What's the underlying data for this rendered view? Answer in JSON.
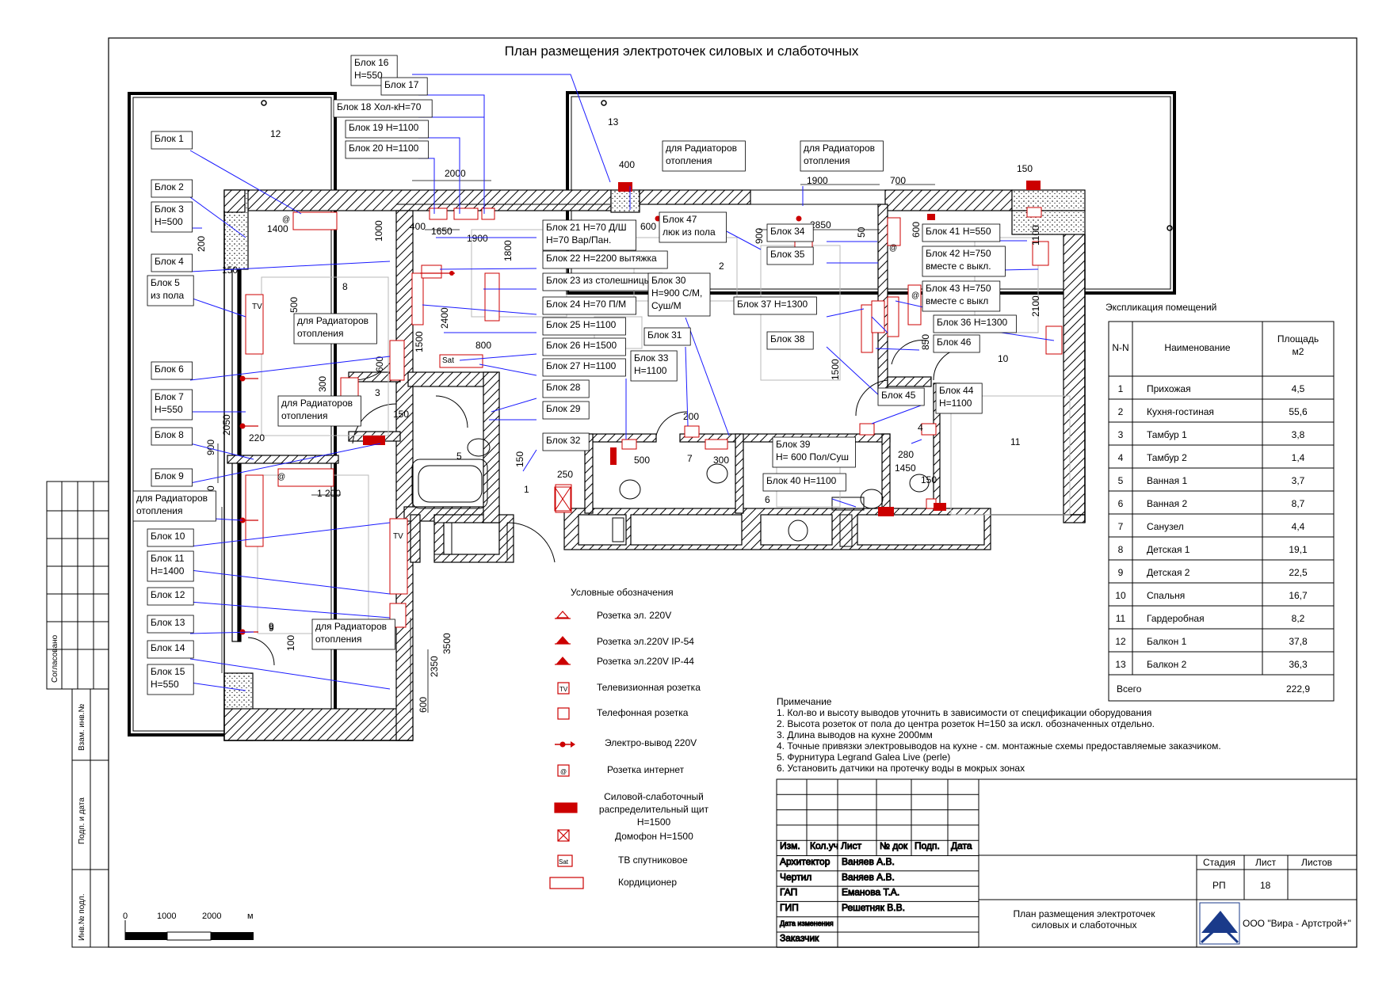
{
  "title": "План размещения электроточек силовых и слаботочных",
  "rooms": [
    {
      "n": "1"
    },
    {
      "n": "2"
    },
    {
      "n": "3"
    },
    {
      "n": "4"
    },
    {
      "n": "5"
    },
    {
      "n": "6"
    },
    {
      "n": "7"
    },
    {
      "n": "8"
    },
    {
      "n": "9"
    },
    {
      "n": "10"
    },
    {
      "n": "11"
    },
    {
      "n": "12"
    },
    {
      "n": "13"
    }
  ],
  "callouts": [
    "Блок 16 Н=550",
    "Блок 17",
    "Блок 18 Хол-кН=70",
    "Блок 19 Н=1100",
    "Блок 20 Н=1100",
    "Блок 1",
    "Блок 2",
    "Блок 3 Н=500",
    "Блок 4",
    "Блок 5 из пола",
    "Блок 6",
    "Блок 7 Н=550",
    "Блок 8",
    "Блок 9",
    "для Радиаторов отопления",
    "Блок 10",
    "Блок 11 Н=1400",
    "Блок 12",
    "Блок 13",
    "Блок 14",
    "Блок 15 Н=550",
    "для Радиаторов отопления",
    "для Радиаторов отопления",
    "для Радиаторов отопления",
    "Блок 21 Н=70 Д/Ш Н=70 Вар/Пан.",
    "Блок 22 Н=2200 вытяжка",
    "Блок 23 из столешницы",
    "Блок 24 Н=70 П/М",
    "Блок 25 Н=1100",
    "Блок 26 Н=1500",
    "Блок 27 Н=1100",
    "Блок 28",
    "Блок 29",
    "Блок 32",
    "для Радиаторов отопления",
    "Блок 47 люк из пола",
    "Блок 30 Н=900 С/М, Суш/М",
    "Блок 31",
    "Блок 33 Н=1100",
    "для Радиаторов отопления",
    "Блок 34",
    "Блок 35",
    "Блок 37 Н=1300",
    "Блок 38",
    "Блок 39 Н= 600 Пол/Суш",
    "Блок 40 Н=1100",
    "Блок 41 Н=550",
    "Блок 42 Н=750 вместе с выкл.",
    "Блок 43 Н=750 вместе с выкл",
    "Блок 36 Н=1300",
    "Блок 46",
    "Блок 45",
    "Блок 44 Н=1100"
  ],
  "dimensions": [
    "2000",
    "1650",
    "1900",
    "400",
    "1400",
    "1000",
    "200",
    "150",
    "500",
    "1800",
    "800",
    "1500",
    "2400",
    "600",
    "300",
    "2050",
    "220",
    "900",
    "1200",
    "9",
    "100",
    "3500",
    "2350",
    "600",
    "250",
    "150",
    "500",
    "200",
    "300",
    "1900",
    "2850",
    "700",
    "400",
    "600",
    "900",
    "50",
    "600",
    "1100",
    "2100",
    "850",
    "1500",
    "280",
    "1450",
    "150",
    "150",
    "1 200",
    "150"
  ],
  "explication": {
    "title": "Экспликация помещений",
    "headers": [
      "N-N",
      "Наименование",
      "Площадь м2"
    ],
    "rows": [
      [
        "1",
        "Прихожая",
        "4,5"
      ],
      [
        "2",
        "Кухня-гостиная",
        "55,6"
      ],
      [
        "3",
        "Тамбур 1",
        "3,8"
      ],
      [
        "4",
        "Тамбур 2",
        "1,4"
      ],
      [
        "5",
        "Ванная 1",
        "3,7"
      ],
      [
        "6",
        "Ванная 2",
        "8,7"
      ],
      [
        "7",
        "Санузел",
        "4,4"
      ],
      [
        "8",
        "Детская 1",
        "19,1"
      ],
      [
        "9",
        "Детская 2",
        "22,5"
      ],
      [
        "10",
        "Спальня",
        "16,7"
      ],
      [
        "11",
        "Гардеробная",
        "8,2"
      ],
      [
        "12",
        "Балкон 1",
        "37,8"
      ],
      [
        "13",
        "Балкон 2",
        "36,3"
      ]
    ],
    "total_label": "Всего",
    "total_value": "222,9"
  },
  "legend": {
    "title": "Условные обозначения",
    "items": [
      {
        "icon": "socket-220v-icon",
        "label": "Розетка эл. 220V"
      },
      {
        "icon": "socket-ip54-icon",
        "label": "Розетка эл.220V IP-54"
      },
      {
        "icon": "socket-ip44-icon",
        "label": "Розетка эл.220V IP-44"
      },
      {
        "icon": "tv-socket-icon",
        "label": "Телевизионная розетка"
      },
      {
        "icon": "phone-socket-icon",
        "label": "Телефонная розетка"
      },
      {
        "icon": "electric-outlet-icon",
        "label": "Электро-вывод  220V"
      },
      {
        "icon": "internet-socket-icon",
        "label": "Розетка интернет"
      },
      {
        "icon": "distribution-board-icon",
        "label": "Силовой-слаботочный распределительный щит Н=1500"
      },
      {
        "icon": "intercom-icon",
        "label": "Домофон Н=1500"
      },
      {
        "icon": "satellite-tv-icon",
        "label": "ТВ спутниковое"
      },
      {
        "icon": "air-conditioner-icon",
        "label": "Кордиционер"
      }
    ],
    "glyph_tv": "TV",
    "glyph_internet": "@",
    "glyph_sat": "Sat"
  },
  "notes": {
    "title": "Примечание",
    "items": [
      "1. Кол-во и высоту выводов уточнить в зависимости от спецификации оборудования",
      "2. Высота розеток от пола до центра розеток Н=150 за искл. обозначенных отдельно.",
      "3. Длина выводов на кухне 2000мм",
      "4. Точные привязки электровыводов на кухне - см. монтажные схемы предоставляемые заказчиком.",
      "5. Фурнитура Legrand Galea Live (perle)",
      "6. Установить датчики на протечку воды в мокрых зонах"
    ]
  },
  "title_block": {
    "col_headers": [
      "Изм.",
      "Кол.уч",
      "Лист",
      "№ док",
      "Подп.",
      "Дата"
    ],
    "roles": [
      {
        "role": "Архитектор",
        "name": "Ваняев А.В."
      },
      {
        "role": "Чертил",
        "name": "Ваняев А.В."
      },
      {
        "role": "ГАП",
        "name": "Еманова Т.А."
      },
      {
        "role": "ГИП",
        "name": "Решетняк В.В."
      },
      {
        "role": "Дата изменения",
        "name": ""
      },
      {
        "role": "Заказчик",
        "name": ""
      }
    ],
    "stage_header": "Стадия",
    "sheet_header": "Лист",
    "sheets_header": "Листов",
    "stage": "РП",
    "sheet": "18",
    "sheets": "",
    "drawing_title": "План размещения электроточек силовых и слаботочных",
    "company": "ООО \"Вира - Артстрой+\""
  },
  "side_stamp": [
    "Согласовано",
    "Взам. инв.№",
    "Подп. и дата",
    "Инв.№ подл."
  ],
  "scale_bar": {
    "ticks": [
      "0",
      "1000",
      "2000"
    ],
    "unit": "м"
  },
  "colors": {
    "accent": "#1a1aff",
    "socket": "#cc0000",
    "line": "#000000"
  }
}
